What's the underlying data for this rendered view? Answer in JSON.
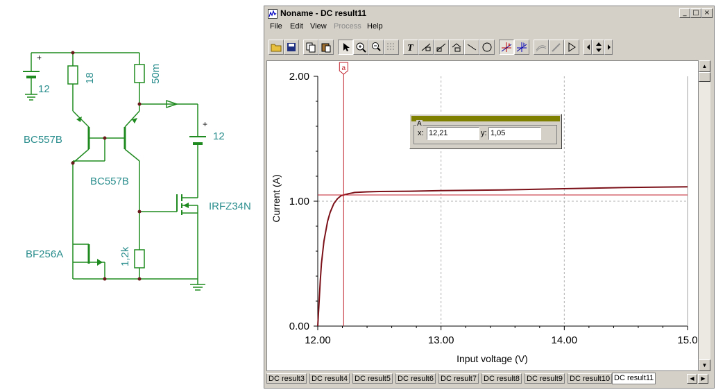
{
  "schematic": {
    "labels": {
      "battery1": "12",
      "r1": "18",
      "r2": "50m",
      "battery2": "12",
      "q1": "BC557B",
      "q2": "BC557B",
      "mosfet": "IRFZ34N",
      "jfet": "BF256A",
      "r3": "1,2k",
      "plus": "+"
    },
    "colors": {
      "wire": "#1f8a1f",
      "label": "#2a8d8d"
    }
  },
  "window": {
    "title": "Noname - DC result11",
    "caption_buttons": {
      "minimize": "_",
      "maximize": "□",
      "close": "×"
    },
    "menu": [
      {
        "label": "File",
        "enabled": true
      },
      {
        "label": "Edit",
        "enabled": true
      },
      {
        "label": "View",
        "enabled": true
      },
      {
        "label": "Process",
        "enabled": false
      },
      {
        "label": "Help",
        "enabled": true
      }
    ],
    "toolbar": [
      "open-icon",
      "save-icon",
      "copy-icon",
      "paste-icon",
      "pointer-icon",
      "zoom-in-icon",
      "zoom-100-icon",
      "grid-icon",
      "text-icon",
      "label-icon",
      "label2-icon",
      "label3-icon",
      "line-icon",
      "circle-icon",
      "cursor-a-icon",
      "cursor-b-icon",
      "curve-icon",
      "probe-icon",
      "marker-icon",
      "arrow-left-icon",
      "arrow-updown-icon",
      "arrow-right-icon"
    ]
  },
  "plot": {
    "cursor_marker": "a",
    "cursor_box": {
      "group": "A",
      "x_label": "x:",
      "x_value": "12,21",
      "y_label": "y:",
      "y_value": "1,05"
    }
  },
  "tabs": [
    {
      "label": "DC result3",
      "active": false
    },
    {
      "label": "DC result4",
      "active": false
    },
    {
      "label": "DC result5",
      "active": false
    },
    {
      "label": "DC result6",
      "active": false
    },
    {
      "label": "DC result7",
      "active": false
    },
    {
      "label": "DC result8",
      "active": false
    },
    {
      "label": "DC result9",
      "active": false
    },
    {
      "label": "DC result10",
      "active": false
    },
    {
      "label": "DC result11",
      "active": true
    }
  ],
  "chart_data": {
    "type": "line",
    "xlabel": "Input voltage (V)",
    "ylabel": "Current (A)",
    "xlim": [
      12.0,
      15.0
    ],
    "ylim": [
      0.0,
      2.0
    ],
    "x_ticks": [
      "12.00",
      "13.00",
      "14.00",
      "15.0"
    ],
    "y_ticks": [
      "0.00",
      "1.00",
      "2.00"
    ],
    "grid": true,
    "series": [
      {
        "color": "#7b1018",
        "x": [
          12.0,
          12.01,
          12.02,
          12.03,
          12.05,
          12.08,
          12.1,
          12.13,
          12.16,
          12.19,
          12.21,
          12.25,
          12.3,
          12.4,
          12.5,
          12.75,
          13.0,
          13.5,
          14.0,
          14.5,
          15.0
        ],
        "y": [
          0.0,
          0.18,
          0.36,
          0.5,
          0.68,
          0.84,
          0.91,
          0.98,
          1.02,
          1.045,
          1.05,
          1.06,
          1.07,
          1.075,
          1.078,
          1.08,
          1.085,
          1.09,
          1.1,
          1.11,
          1.115
        ]
      }
    ],
    "cursor": {
      "x": 12.21,
      "y": 1.05,
      "color": "#c0202a"
    }
  }
}
